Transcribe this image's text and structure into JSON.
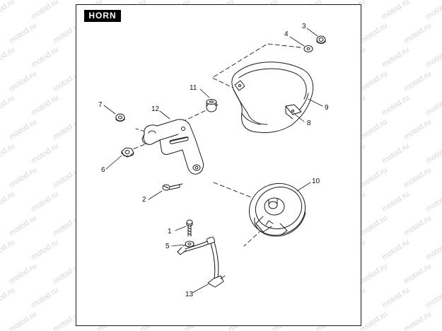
{
  "title": "HORN",
  "watermark_text": "motod.ru",
  "callouts": [
    "1",
    "2",
    "3",
    "4",
    "5",
    "6",
    "7",
    "8",
    "9",
    "10",
    "11",
    "12",
    "13"
  ],
  "colors": {
    "line": "#1a1a1a",
    "watermark": "#c9c9c9",
    "badge_bg": "#000000",
    "badge_text": "#ffffff"
  }
}
